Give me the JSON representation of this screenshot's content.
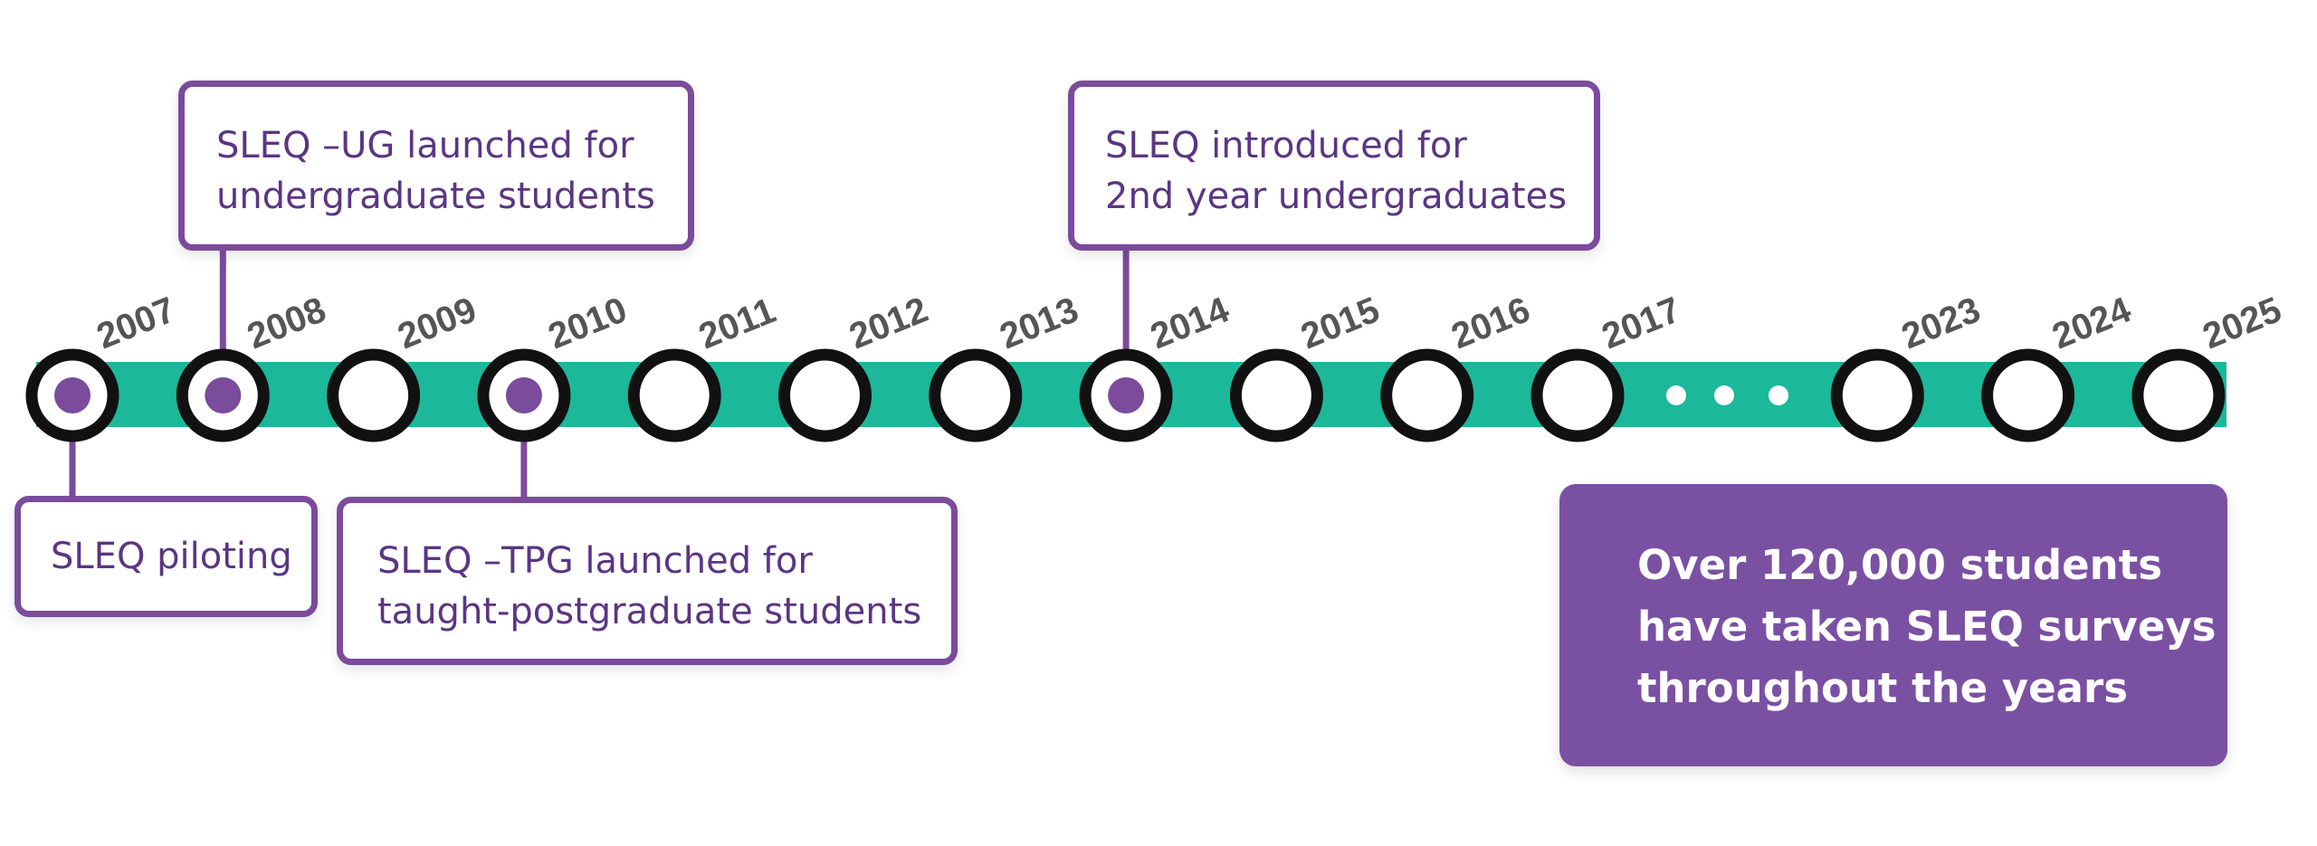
{
  "timeline": {
    "years": [
      "2007",
      "2008",
      "2009",
      "2010",
      "2011",
      "2012",
      "2013",
      "2014",
      "2015",
      "2016",
      "2017",
      "2023",
      "2024",
      "2025"
    ],
    "gap_after": "2017",
    "marked_years": [
      "2007",
      "2008",
      "2010",
      "2014"
    ],
    "colors": {
      "track": "#1cb89a",
      "node_ring": "#111111",
      "marker": "#7b4b9c",
      "year_label": "#555555",
      "ellipsis": "#ffffff"
    }
  },
  "events": [
    {
      "year": "2007",
      "lines": [
        "SLEQ piloting"
      ]
    },
    {
      "year": "2008",
      "lines": [
        "SLEQ –UG launched for",
        "undergraduate students"
      ]
    },
    {
      "year": "2010",
      "lines": [
        "SLEQ –TPG launched for",
        "taught-postgraduate students"
      ]
    },
    {
      "year": "2014",
      "lines": [
        "SLEQ introduced for",
        "2nd year undergraduates"
      ]
    }
  ],
  "summary": {
    "lines": [
      "Over 120,000 students",
      "have taken SLEQ surveys",
      "throughout the years"
    ],
    "background": "#7a50a3"
  }
}
